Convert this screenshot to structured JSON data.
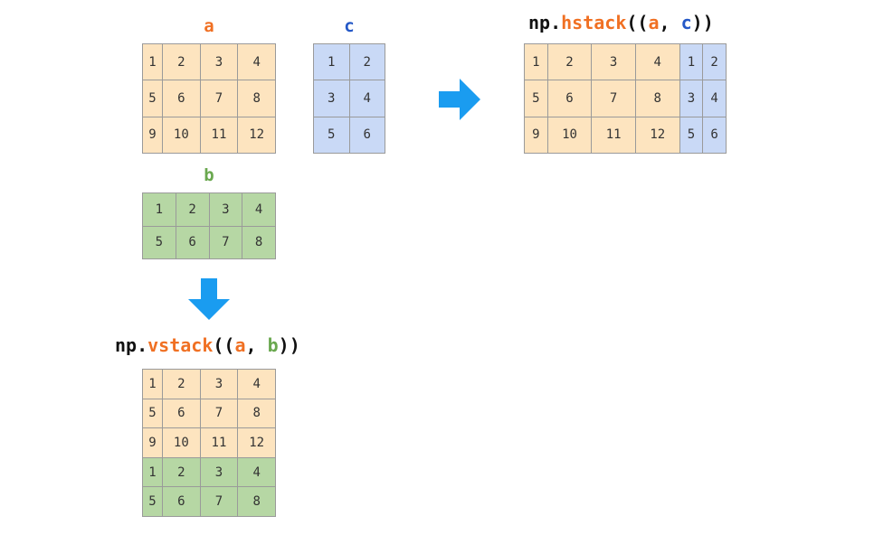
{
  "colors": {
    "a_text": "#f07023",
    "b_text": "#6aa84f",
    "c_text": "#2559c7",
    "a_fill": "#fde4bf",
    "b_fill": "#b6d7a4",
    "c_fill": "#c9d9f6",
    "arrow": "#1a9cf0"
  },
  "labels": {
    "a": "a",
    "b": "b",
    "c": "c"
  },
  "arrays": {
    "a": [
      [
        "1",
        "2",
        "3",
        "4"
      ],
      [
        "5",
        "6",
        "7",
        "8"
      ],
      [
        "9",
        "10",
        "11",
        "12"
      ]
    ],
    "b": [
      [
        "1",
        "2",
        "3",
        "4"
      ],
      [
        "5",
        "6",
        "7",
        "8"
      ]
    ],
    "c": [
      [
        "1",
        "2"
      ],
      [
        "3",
        "4"
      ],
      [
        "5",
        "6"
      ]
    ]
  },
  "hstack": {
    "code": {
      "prefix": "np.",
      "func": "hstack",
      "open": "((",
      "arg1": "a",
      "sep": ", ",
      "arg2": "c",
      "close": "))"
    },
    "rows": [
      [
        "1",
        "2",
        "3",
        "4",
        "1",
        "2"
      ],
      [
        "5",
        "6",
        "7",
        "8",
        "3",
        "4"
      ],
      [
        "9",
        "10",
        "11",
        "12",
        "5",
        "6"
      ]
    ]
  },
  "vstack": {
    "code": {
      "prefix": "np.",
      "func": "vstack",
      "open": "((",
      "arg1": "a",
      "sep": ", ",
      "arg2": "b",
      "close": "))"
    },
    "rows": [
      [
        "1",
        "2",
        "3",
        "4"
      ],
      [
        "5",
        "6",
        "7",
        "8"
      ],
      [
        "9",
        "10",
        "11",
        "12"
      ],
      [
        "1",
        "2",
        "3",
        "4"
      ],
      [
        "5",
        "6",
        "7",
        "8"
      ]
    ]
  },
  "icons": {
    "right_arrow": "arrow-right-icon",
    "down_arrow": "arrow-down-icon"
  }
}
